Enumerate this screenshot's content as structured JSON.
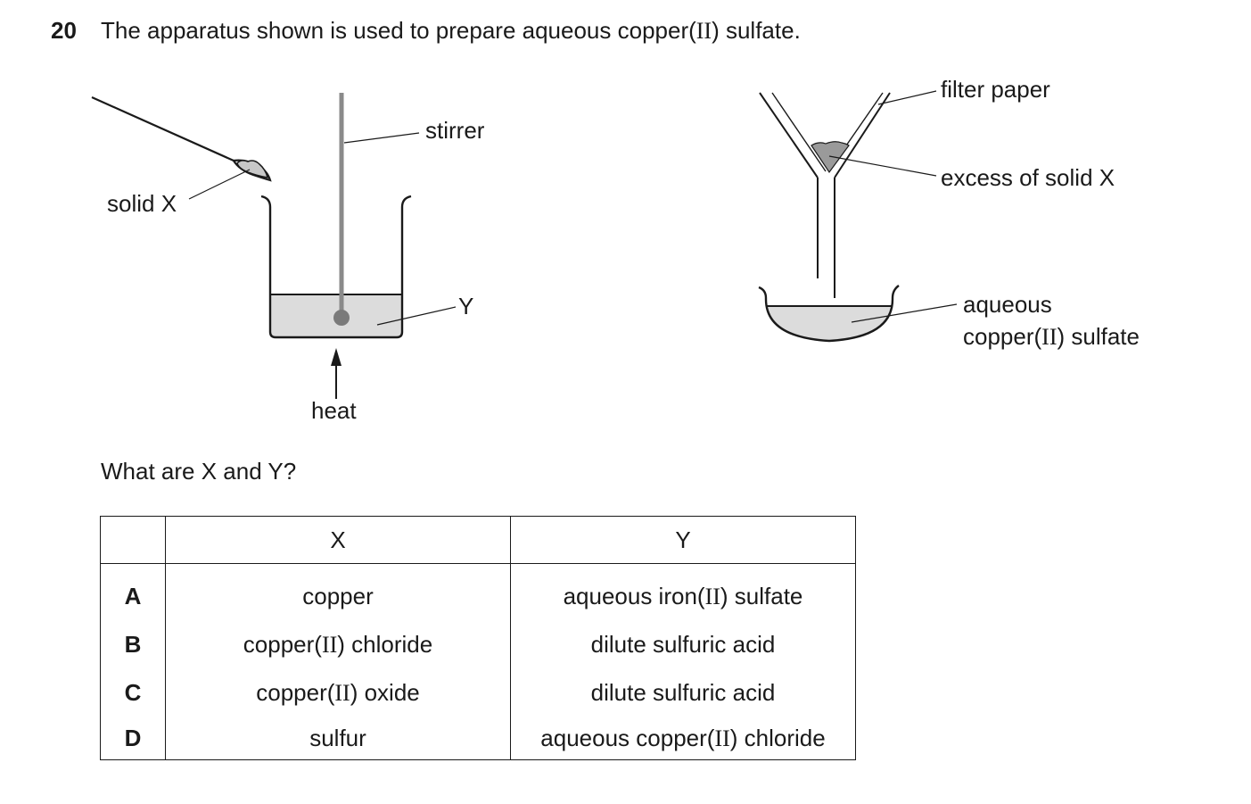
{
  "question": {
    "number": "20",
    "text_before": "The apparatus shown is used to prepare aqueous copper(",
    "text_roman": "II",
    "text_after": ") sulfate."
  },
  "diagram": {
    "labels": {
      "solid_x": "solid X",
      "stirrer": "stirrer",
      "y": "Y",
      "heat": "heat",
      "filter_paper": "filter paper",
      "excess_solid_x": "excess of solid X",
      "aqueous": "aqueous",
      "copper_sulfate_before": "copper(",
      "copper_sulfate_roman": "II",
      "copper_sulfate_after": ") sulfate"
    }
  },
  "sub_question": "What are X and Y?",
  "table": {
    "headers": {
      "letter": "",
      "x": "X",
      "y": "Y"
    },
    "rows": [
      {
        "letter": "A",
        "x": [
          "copper"
        ],
        "y": [
          "aqueous iron(",
          "II",
          ") sulfate"
        ]
      },
      {
        "letter": "B",
        "x": [
          "copper(",
          "II",
          ") chloride"
        ],
        "y": [
          "dilute sulfuric acid"
        ]
      },
      {
        "letter": "C",
        "x": [
          "copper(",
          "II",
          ") oxide"
        ],
        "y": [
          "dilute sulfuric acid"
        ]
      },
      {
        "letter": "D",
        "x": [
          "sulfur"
        ],
        "y": [
          "aqueous copper(",
          "II",
          ") chloride"
        ]
      }
    ]
  }
}
